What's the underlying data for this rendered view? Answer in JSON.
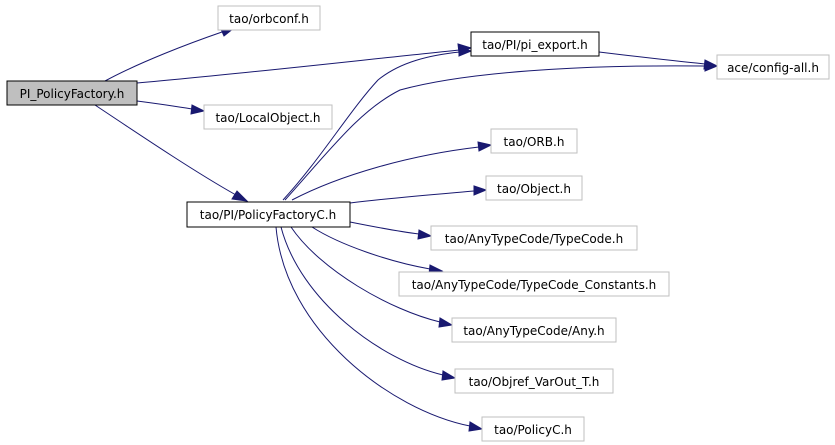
{
  "colors": {
    "edge": "#191970",
    "node_border_solid": "#000000",
    "node_border_light": "#bfbfbf",
    "root_fill": "#bfbfbf",
    "node_fill": "#ffffff"
  },
  "nodes": {
    "root": "PI_PolicyFactory.h",
    "orbconf": "tao/orbconf.h",
    "pi_export": "tao/PI/pi_export.h",
    "config_all": "ace/config-all.h",
    "localobject": "tao/LocalObject.h",
    "policyfactoryc": "tao/PI/PolicyFactoryC.h",
    "orb": "tao/ORB.h",
    "object": "tao/Object.h",
    "typecode": "tao/AnyTypeCode/TypeCode.h",
    "typecode_constants": "tao/AnyTypeCode/TypeCode_Constants.h",
    "any": "tao/AnyTypeCode/Any.h",
    "objref_varout": "tao/Objref_VarOut_T.h",
    "policyc": "tao/PolicyC.h"
  }
}
